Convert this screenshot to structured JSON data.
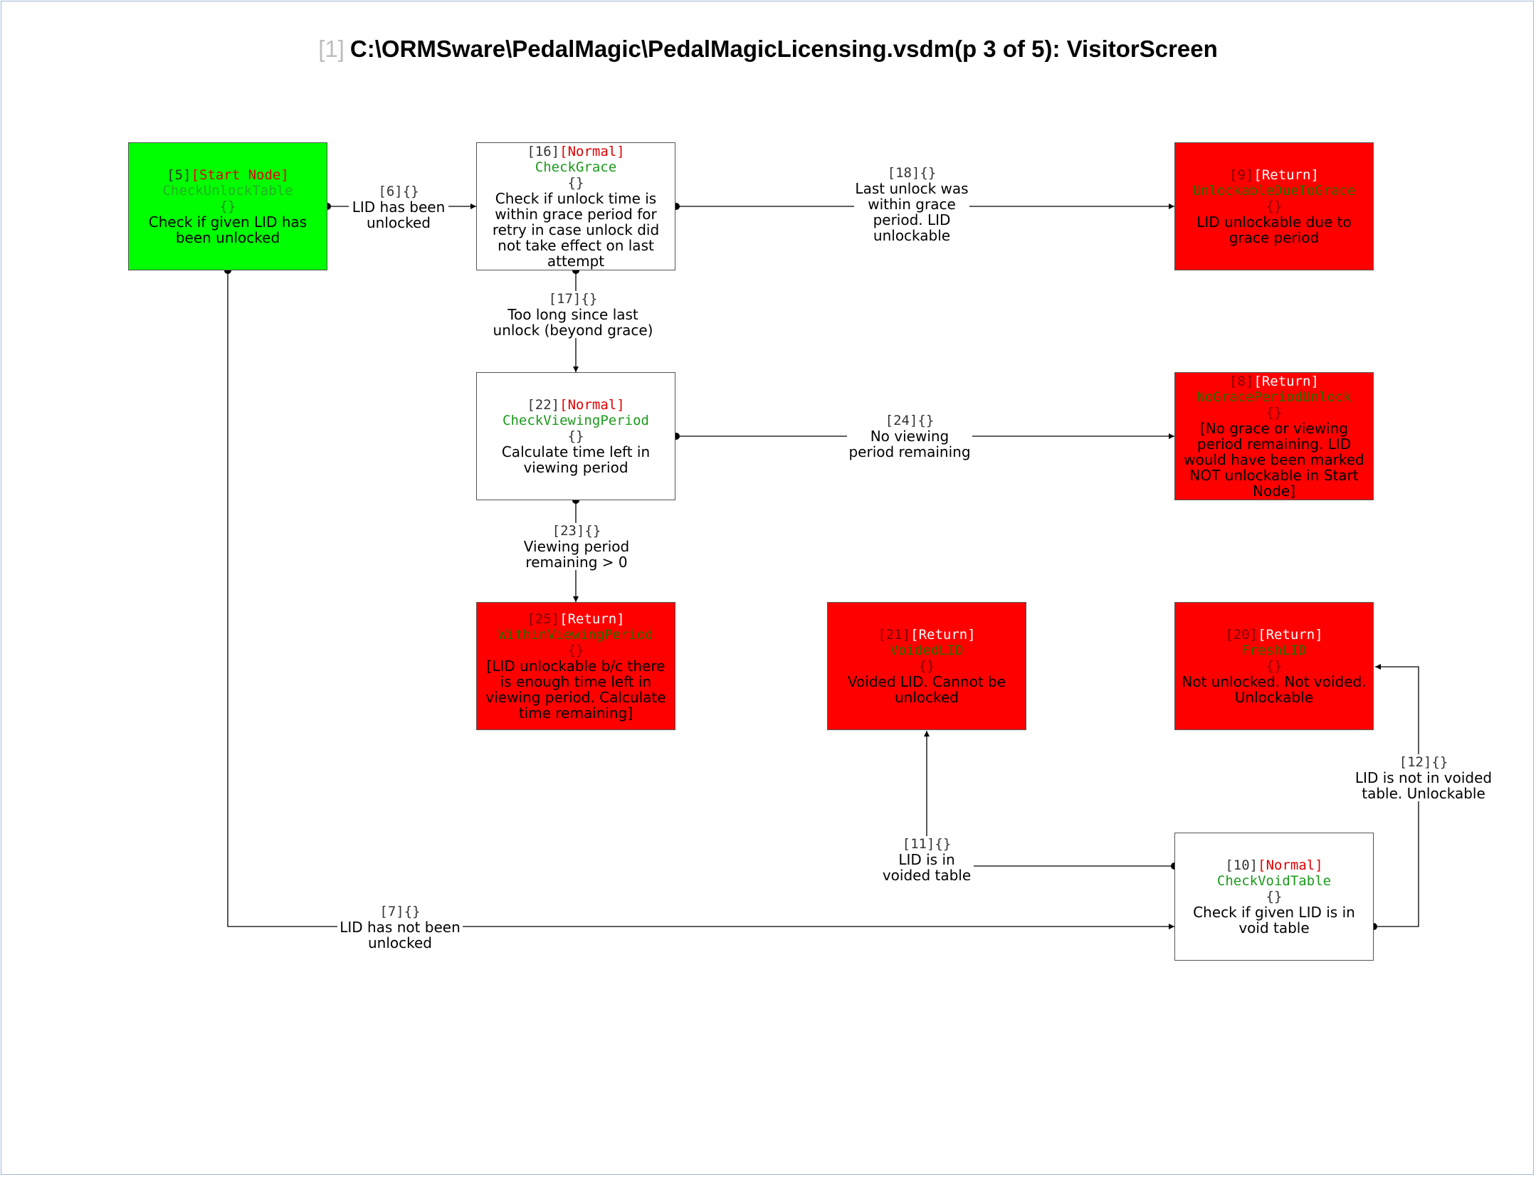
{
  "title": {
    "prefix": "[1]",
    "text": "C:\\ORMSware\\PedalMagic\\PedalMagicLicensing.vsdm(p 3 of 5): VisitorScreen"
  },
  "colors": {
    "start_fill": "#00ff00",
    "return_fill": "#ff0000",
    "normal_fill": "#ffffff",
    "type_text": "#e00000",
    "name_text": "#1a9a1a",
    "border": "#9fb7d6"
  },
  "nodes": {
    "n5": {
      "id": "[5]",
      "type": "[Start Node]",
      "name": "CheckUnlockTable",
      "braces": "{}",
      "desc": "Check if given LID has been unlocked"
    },
    "n16": {
      "id": "[16]",
      "type": "[Normal]",
      "name": "CheckGrace",
      "braces": "{}",
      "desc": "Check if unlock time is within grace period for retry in case unlock did not take effect on last attempt"
    },
    "n9": {
      "id": "[9]",
      "type": "[Return]",
      "name": "UnlockableDueToGrace",
      "braces": "{}",
      "desc": "LID unlockable due to grace period"
    },
    "n22": {
      "id": "[22]",
      "type": "[Normal]",
      "name": "CheckViewingPeriod",
      "braces": "{}",
      "desc": "Calculate time left in viewing period"
    },
    "n8": {
      "id": "[8]",
      "type": "[Return]",
      "name": "NoGracePeriodUnlock",
      "braces": "{}",
      "desc": "[No grace or viewing period remaining. LID would have been marked NOT unlockable in Start Node]"
    },
    "n25": {
      "id": "[25]",
      "type": "[Return]",
      "name": "WithinViewingPeriod",
      "braces": "{}",
      "desc": "[LID unlockable b/c there is enough time left in viewing period. Calculate time remaining]"
    },
    "n21": {
      "id": "[21]",
      "type": "[Return]",
      "name": "VoidedLID",
      "braces": "{}",
      "desc": "Voided LID. Cannot be unlocked"
    },
    "n20": {
      "id": "[20]",
      "type": "[Return]",
      "name": "FreshLID",
      "braces": "{}",
      "desc": "Not unlocked. Not voided. Unlockable"
    },
    "n10": {
      "id": "[10]",
      "type": "[Normal]",
      "name": "CheckVoidTable",
      "braces": "{}",
      "desc": "Check if given LID is in void table"
    }
  },
  "edges": {
    "e6": {
      "id": "[6]{}",
      "text": "LID has been unlocked"
    },
    "e18": {
      "id": "[18]{}",
      "text": "Last unlock was within grace period. LID unlockable"
    },
    "e17": {
      "id": "[17]{}",
      "text": "Too long since last unlock (beyond grace)"
    },
    "e24": {
      "id": "[24]{}",
      "text": "No viewing period remaining"
    },
    "e23": {
      "id": "[23]{}",
      "text": "Viewing period remaining > 0"
    },
    "e7": {
      "id": "[7]{}",
      "text": "LID has not been unlocked"
    },
    "e11": {
      "id": "[11]{}",
      "text": "LID is in voided table"
    },
    "e12": {
      "id": "[12]{}",
      "text": "LID is not in voided table. Unlockable"
    }
  }
}
